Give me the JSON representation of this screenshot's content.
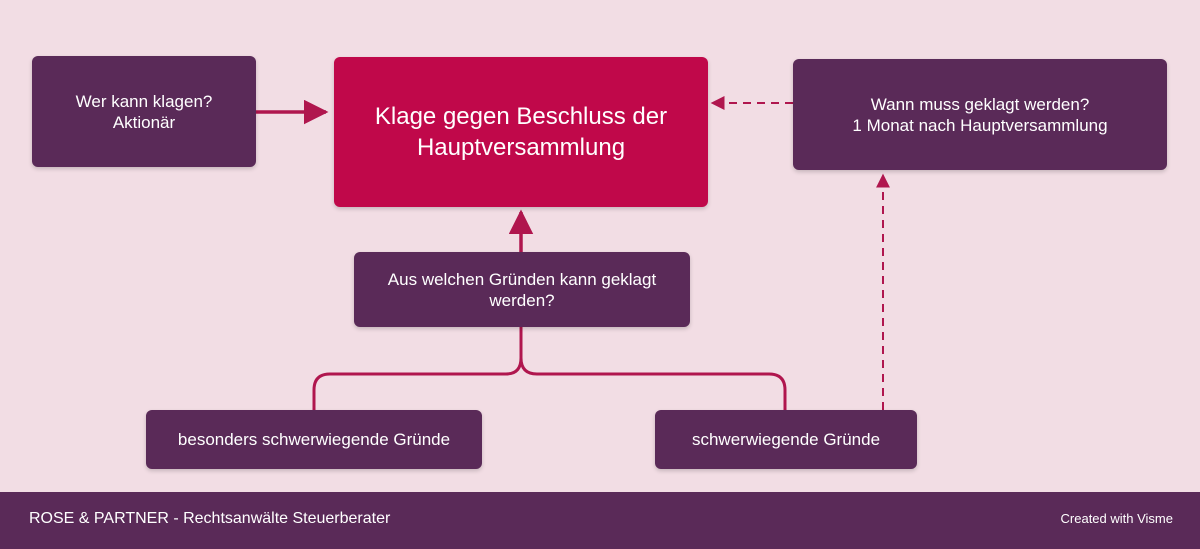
{
  "colors": {
    "background": "#f2dde4",
    "box_purple": "#5a2a58",
    "box_crimson": "#c0084a",
    "connector": "#b0164e",
    "text": "#ffffff"
  },
  "nodes": {
    "who": {
      "lines": [
        "Wer kann klagen?",
        "Aktionär"
      ]
    },
    "main": {
      "lines": [
        "Klage gegen Beschluss der",
        "Hauptversammlung"
      ]
    },
    "when": {
      "lines": [
        "Wann muss geklagt werden?",
        "1 Monat nach Hauptversammlung"
      ]
    },
    "why": {
      "lines": [
        "Aus welchen Gründen kann geklagt",
        "werden?"
      ]
    },
    "special": {
      "lines": [
        "besonders schwerwiegende Gründe"
      ]
    },
    "serious": {
      "lines": [
        "schwerwiegende Gründe"
      ]
    }
  },
  "edges": [
    {
      "from": "who",
      "to": "main",
      "style": "solid"
    },
    {
      "from": "when",
      "to": "main",
      "style": "dashed"
    },
    {
      "from": "why",
      "to": "main",
      "style": "solid"
    },
    {
      "from": "special",
      "to": "why",
      "style": "solid"
    },
    {
      "from": "serious",
      "to": "why",
      "style": "solid"
    },
    {
      "from": "serious",
      "to": "when",
      "style": "dashed"
    }
  ],
  "footer": {
    "left": "ROSE & PARTNER - Rechtsanwälte Steuerberater",
    "right": "Created with Visme"
  }
}
